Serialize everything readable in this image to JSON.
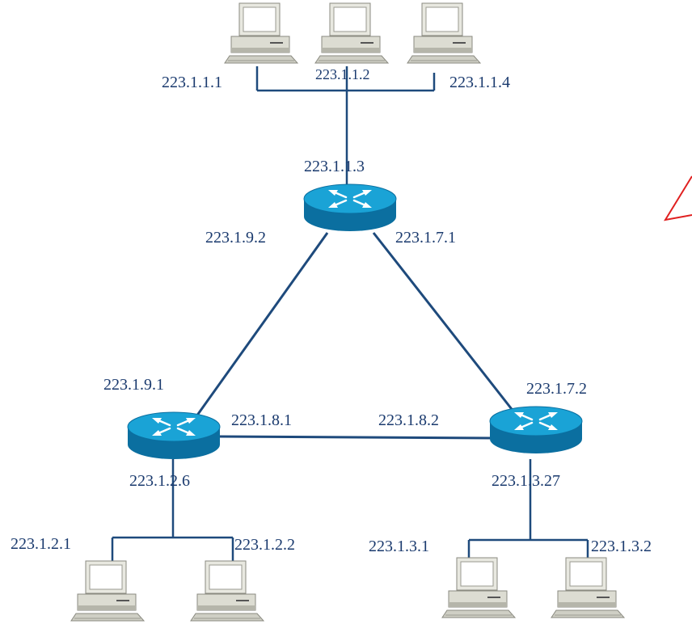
{
  "colors": {
    "line": "#1e4a7c",
    "label": "#1a3a6e",
    "router_top": "#1aa3d6",
    "router_side": "#0b6fa0",
    "pc_body": "#e8e8e0",
    "pc_shade": "#a9a99f",
    "accent_red": "#e02020"
  },
  "labels": {
    "h_1_1_1": "223.1.1.1",
    "h_1_1_2": "223.1.1.2",
    "h_1_1_4": "223.1.1.4",
    "r1_1_1_3": "223.1.1.3",
    "r1_9_2": "223.1.9.2",
    "r1_7_1": "223.1.7.1",
    "r2_9_1": "223.1.9.1",
    "r2_8_1": "223.1.8.1",
    "r2_2_6": "223.1.2.6",
    "r3_8_2": "223.1.8.2",
    "r3_7_2": "223.1.7.2",
    "r3_3_27": "223.1.3.27",
    "h_1_2_1": "223.1.2.1",
    "h_1_2_2": "223.1.2.2",
    "h_1_3_1": "223.1.3.1",
    "h_1_3_2": "223.1.3.2"
  },
  "icons": {
    "router": "router-icon",
    "host": "desktop-computer-icon"
  }
}
